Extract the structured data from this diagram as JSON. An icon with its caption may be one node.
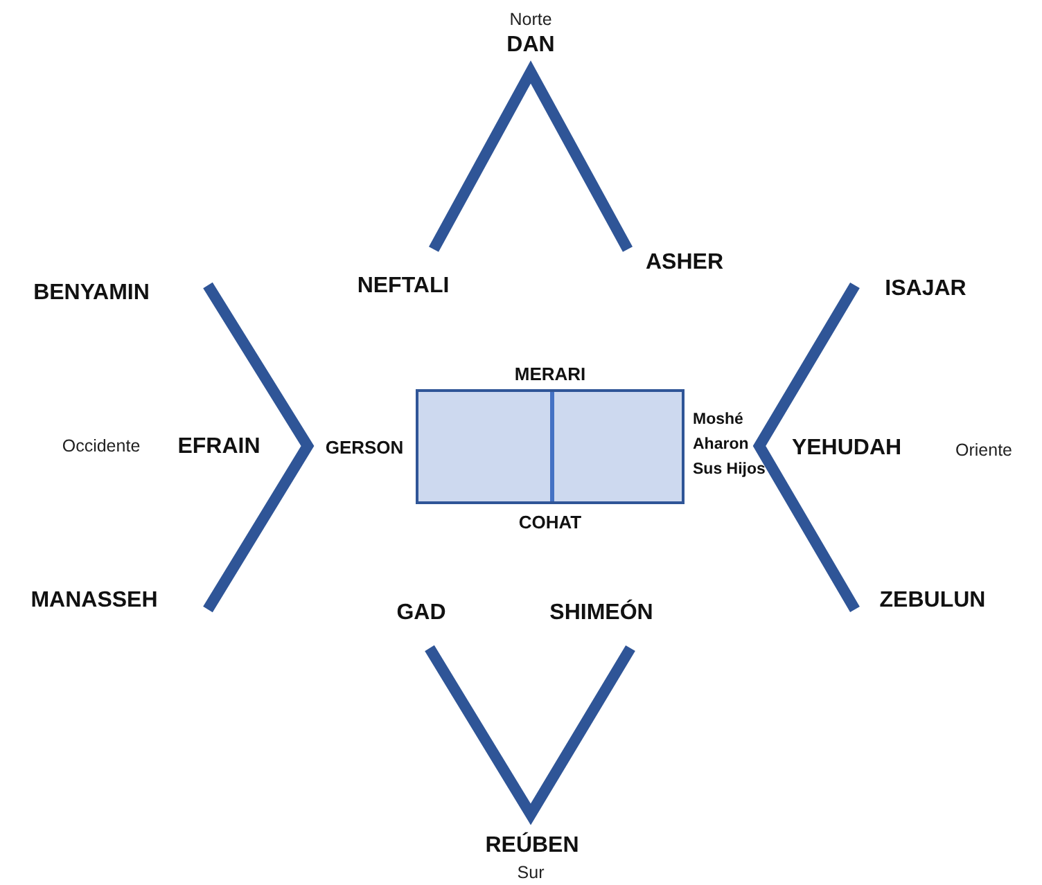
{
  "diagram": {
    "nodes": [
      {
        "text": [],
        "shape": "box",
        "beside": [
          "MERARI",
          "COHAT",
          "GERSON",
          "Moshé Aharon Sus Hijos"
        ]
      }
    ],
    "labels": [
      "Norte",
      "DAN",
      "NEFTALI",
      "ASHER",
      "BENYAMIN",
      "ISAJAR",
      "Occidente",
      "EFRAIN",
      "YEHUDAH",
      "Oriente",
      "MANASSEH",
      "ZEBULUN",
      "GAD",
      "SHIMEÓN",
      "REÚBEN",
      "Sur"
    ]
  }
}
